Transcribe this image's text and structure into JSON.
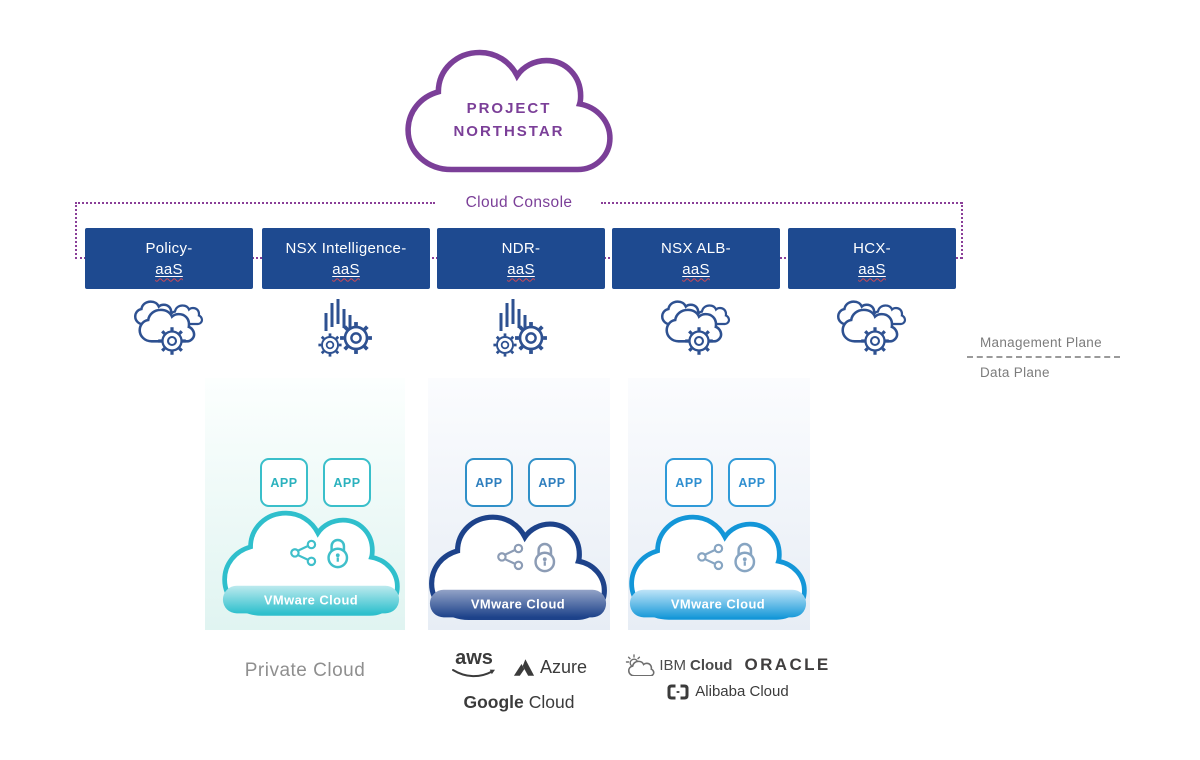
{
  "northstar_cloud": {
    "line1": "PROJECT",
    "line2": "NORTHSTAR",
    "color": "#7B3F98"
  },
  "cloud_console": {
    "label": "Cloud Console",
    "border_color": "#8A3F98",
    "box_color": "#1E4A90",
    "services": [
      {
        "name": "Policy-",
        "suffix": "aaS",
        "icon": "cloud-gear-icon"
      },
      {
        "name": "NSX Intelligence-",
        "suffix": "aaS",
        "icon": "analytics-gear-icon"
      },
      {
        "name": "NDR-",
        "suffix": "aaS",
        "icon": "analytics-gear-icon"
      },
      {
        "name": "NSX ALB-",
        "suffix": "aaS",
        "icon": "cloud-gear-icon"
      },
      {
        "name": "HCX-",
        "suffix": "aaS",
        "icon": "cloud-gear-icon"
      }
    ]
  },
  "planes": {
    "management": "Management Plane",
    "data": "Data Plane"
  },
  "columns": [
    {
      "theme_color": "#2FBFCC",
      "apps": [
        "APP",
        "APP"
      ],
      "cloud_label": "VMware Cloud",
      "footer": {
        "label": "Private Cloud"
      }
    },
    {
      "theme_color": "#1D428A",
      "apps": [
        "APP",
        "APP"
      ],
      "cloud_label": "VMware Cloud",
      "footer": {
        "aws": "aws",
        "azure": "Azure",
        "google_brand": "Google",
        "google_word": "Cloud"
      }
    },
    {
      "theme_color": "#1396D8",
      "apps": [
        "APP",
        "APP"
      ],
      "cloud_label": "VMware Cloud",
      "footer": {
        "ibm_brand": "IBM",
        "ibm_word": "Cloud",
        "oracle": "ORACLE",
        "alibaba": "Alibaba Cloud"
      }
    }
  ]
}
